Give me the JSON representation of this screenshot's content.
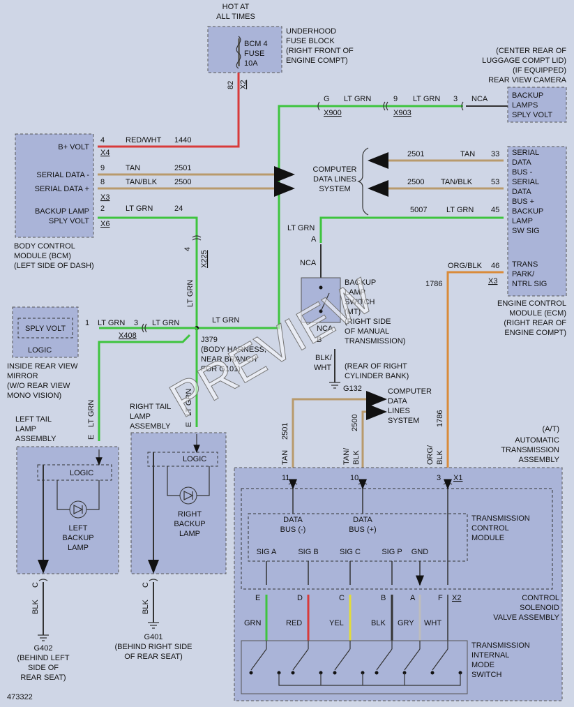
{
  "diagram_id": "473322",
  "watermark": "PREVIEW",
  "hot_at_all_times": [
    "HOT AT",
    "ALL TIMES"
  ],
  "fuse": {
    "label": [
      "BCM 4",
      "FUSE",
      "10A"
    ],
    "location": [
      "UNDERHOOD",
      "FUSE BLOCK",
      "(RIGHT FRONT OF",
      "ENGINE COMPT)"
    ],
    "pin": "82",
    "connector": "X2"
  },
  "camera": {
    "location": [
      "(CENTER REAR OF",
      "LUGGAGE COMPT LID)",
      "(IF EQUIPPED)",
      "REAR VIEW CAMERA"
    ],
    "label": [
      "BACKUP",
      "LAMPS",
      "SPLY VOLT"
    ],
    "pin": "3",
    "nca": "NCA"
  },
  "camera_wire": {
    "g": "G",
    "x900": "X900",
    "color1": "LT GRN",
    "pin9": "9",
    "x903": "X903",
    "color2": "LT GRN"
  },
  "bcm": {
    "pins": [
      {
        "label": "B+ VOLT",
        "pin": "4",
        "connector": "X4",
        "color": "RED/WHT",
        "circuit": "1440"
      },
      {
        "label": "SERIAL DATA -",
        "pin": "9",
        "color": "TAN",
        "circuit": "2501"
      },
      {
        "label": "SERIAL DATA +",
        "pin": "8",
        "connector": "X3",
        "color": "TAN/BLK",
        "circuit": "2500"
      },
      {
        "label": "BACKUP LAMP",
        "label2": "SPLY VOLT",
        "pin": "2",
        "connector": "X6",
        "color": "LT GRN",
        "circuit": "24"
      }
    ],
    "name": [
      "BODY CONTROL",
      "MODULE (BCM)",
      "(LEFT SIDE OF DASH)"
    ]
  },
  "data_lines": [
    "COMPUTER",
    "DATA LINES",
    "SYSTEM"
  ],
  "ecm": {
    "pins": [
      {
        "label": [
          "SERIAL",
          "DATA",
          "BUS -"
        ],
        "pin": "33",
        "color": "TAN",
        "circuit": "2501"
      },
      {
        "label": [
          "SERIAL",
          "DATA",
          "BUS +"
        ],
        "pin": "53",
        "color": "TAN/BLK",
        "circuit": "2500"
      },
      {
        "label": [
          "BACKUP",
          "LAMP",
          "SW SIG"
        ],
        "pin": "45",
        "color": "LT GRN",
        "circuit": "5007"
      },
      {
        "label": [
          "TRANS",
          "PARK/",
          "NTRL SIG"
        ],
        "pin": "46",
        "connector": "X3",
        "color": "ORG/BLK",
        "circuit": "1786"
      }
    ],
    "name": [
      "ENGINE CONTROL",
      "MODULE (ECM)",
      "(RIGHT REAR OF",
      "ENGINE COMPT)"
    ]
  },
  "x225": {
    "pin": "4",
    "connector": "X225",
    "color": "LT GRN"
  },
  "splice": {
    "id": "J379",
    "desc": [
      "(BODY HARNESS,",
      "NEAR BRANCH",
      "FOR G101)"
    ],
    "color": "LT GRN"
  },
  "mirror": {
    "label": "SPLY VOLT",
    "logic": "LOGIC",
    "pin": "1",
    "color1": "LT GRN",
    "pin3": "3",
    "connector": "X408",
    "color2": "LT GRN",
    "name": [
      "INSIDE REAR VIEW",
      "MIRROR",
      "(W/O REAR VIEW",
      "MONO VISION)"
    ]
  },
  "switch": {
    "lt_grn": "LT GRN",
    "pin_a": "A",
    "nca": "NCA",
    "name": [
      "BACKUP",
      "LAMP",
      "SWITCH",
      "(MT)",
      "(RIGHT SIDE",
      "OF MANUAL",
      "TRANSMISSION)"
    ],
    "nca2": "NCA",
    "pin_b": "B",
    "ground_color": [
      "BLK/",
      "WHT"
    ],
    "ground_loc": [
      "(REAR OF RIGHT",
      "CYLINDER BANK)"
    ],
    "ground": "G132"
  },
  "left_tail": {
    "name": [
      "LEFT TAIL",
      "LAMP",
      "ASSEMBLY"
    ],
    "pin_top": "E",
    "color": "LT GRN",
    "logic": "LOGIC",
    "lamp": [
      "LEFT",
      "BACKUP",
      "LAMP"
    ],
    "pin_bottom": "C",
    "gcolor": "BLK",
    "ground": "G402",
    "ground_loc": [
      "(BEHIND LEFT",
      "SIDE OF",
      "REAR SEAT)"
    ]
  },
  "right_tail": {
    "name": [
      "RIGHT TAIL",
      "LAMP",
      "ASSEMBLY"
    ],
    "pin_top": "E",
    "color": "LT GRN",
    "logic": "LOGIC",
    "lamp": [
      "RIGHT",
      "BACKUP",
      "LAMP"
    ],
    "pin_bottom": "C",
    "gcolor": "BLK",
    "ground": "G401",
    "ground_loc": [
      "(BEHIND RIGHT SIDE",
      "OF REAR SEAT)"
    ]
  },
  "trans_data": {
    "c1": "2501",
    "c2": "2500",
    "c3": "1786",
    "label": [
      "COMPUTER",
      "DATA",
      "LINES",
      "SYSTEM"
    ],
    "col_tan": "TAN",
    "col_tanblk": [
      "TAN/",
      "BLK"
    ],
    "col_orgblk": [
      "ORG/",
      "BLK"
    ]
  },
  "at": {
    "name": [
      "(A/T)",
      "AUTOMATIC",
      "TRANSMISSION",
      "ASSEMBLY"
    ],
    "pins": [
      "11",
      "10",
      "3"
    ],
    "connector": "X1",
    "tcm": [
      "TRANSMISSION",
      "CONTROL",
      "MODULE"
    ],
    "data_minus": [
      "DATA",
      "BUS (-)"
    ],
    "data_plus": [
      "DATA",
      "BUS (+)"
    ],
    "sigs": [
      "SIG A",
      "SIG B",
      "SIG C",
      "SIG P",
      "GND"
    ],
    "valve": [
      "CONTROL",
      "SOLENOID",
      "VALVE ASSEMBLY"
    ],
    "mode": [
      "TRANSMISSION",
      "INTERNAL",
      "MODE",
      "SWITCH"
    ],
    "wires": [
      {
        "pin": "E",
        "color": "GRN"
      },
      {
        "pin": "D",
        "color": "RED"
      },
      {
        "pin": "C",
        "color": "YEL"
      },
      {
        "pin": "B",
        "color": "BLK"
      },
      {
        "pin": "A",
        "color": "GRY"
      },
      {
        "pin": "F",
        "color": "WHT"
      }
    ],
    "x2": "X2"
  }
}
